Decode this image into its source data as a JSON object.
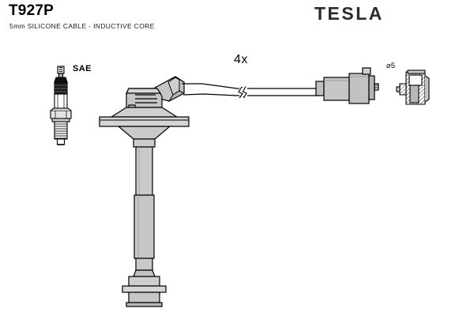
{
  "document": {
    "type": "automotive-parts-technical-diagram",
    "part_number": "T927P",
    "description": "5mm SILICONE CABLE - INDUCTIVE CORE",
    "brand": "TESLA",
    "background_color": "#ffffff"
  },
  "annotations": {
    "quantity": "4x",
    "standard": "SAE",
    "diameter": "⌀5"
  },
  "colors": {
    "line": "#000000",
    "fill_light": "#d9d9d9",
    "fill_mid": "#c6c6c6",
    "fill_dark": "#b0b0b0",
    "text": "#000000",
    "logo": "#2b2b2b"
  },
  "components": [
    {
      "name": "spark-plug-reference-icon",
      "label": "SAE",
      "role": "reference spark plug illustration"
    },
    {
      "name": "spark-plug-boot-assembly",
      "role": "deep-well spark plug boot with flange and long tube"
    },
    {
      "name": "ignition-cable",
      "role": "5mm silicone high tension lead with break symbol"
    },
    {
      "name": "coil-connector",
      "role": "distributor / coil end connector body"
    },
    {
      "name": "terminal-detail",
      "label": "⌀5",
      "role": "sectioned terminal detail view"
    }
  ]
}
